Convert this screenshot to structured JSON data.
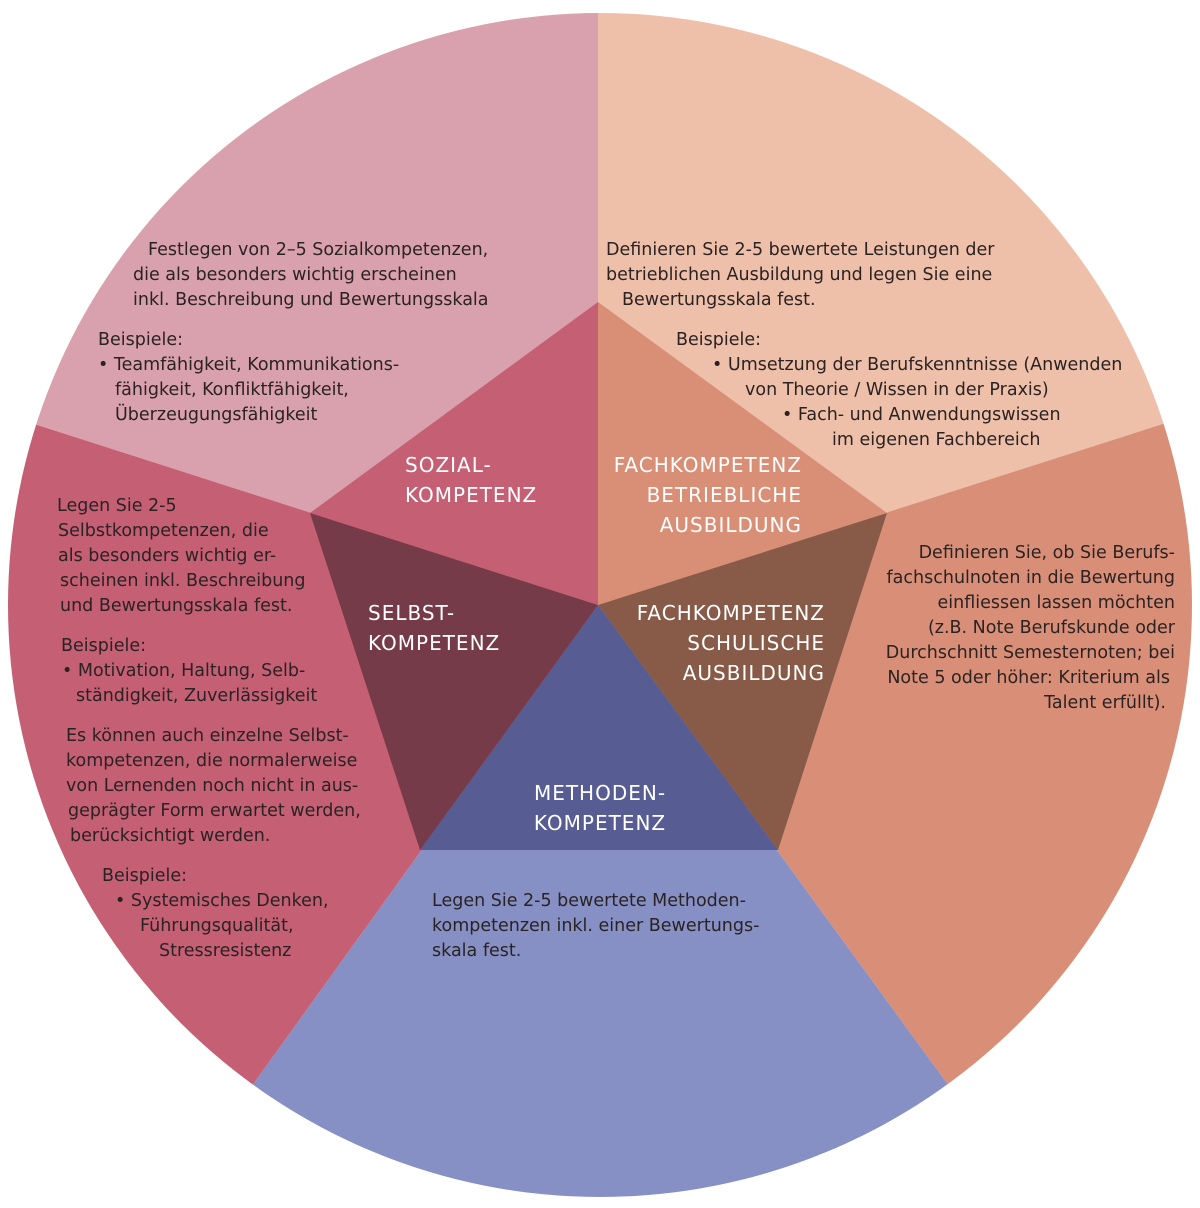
{
  "colors": {
    "sozial_outer": "#d9a1ad",
    "sozial_inner": "#c45f74",
    "fach_betr_outer": "#eec0aa",
    "fach_betr_inner": "#d98e76",
    "fach_schul_outer": "#d98f77",
    "fach_schul_inner": "#885a48",
    "methoden_outer": "#8690c4",
    "methoden_inner": "#575c93",
    "selbst_outer": "#c45f74",
    "selbst_inner": "#763b48"
  },
  "sozial": {
    "label": [
      "SOZIAL-",
      "KOMPETENZ"
    ],
    "text": [
      "Festlegen von 2–5 Sozialkompetenzen,",
      "die als besonders wichtig erscheinen",
      "inkl. Beschreibung und Bewertungsskala"
    ],
    "examples_heading": "Beispiele:",
    "examples": [
      "• Teamfähigkeit, Kommunikations-",
      "fähigkeit, Konfliktfähigkeit,",
      "Überzeugungsfähigkeit"
    ]
  },
  "fach_betrieblich": {
    "label": [
      "FACHKOMPETENZ",
      "BETRIEBLICHE",
      "AUSBILDUNG"
    ],
    "text": [
      "Definieren Sie 2-5 bewertete Leistungen der",
      "betrieblichen Ausbildung und legen Sie eine",
      "Bewertungsskala fest."
    ],
    "examples_heading": "Beispiele:",
    "examples": [
      "• Umsetzung der Berufskenntnisse (Anwenden",
      "von Theorie / Wissen in der Praxis)",
      "• Fach- und Anwendungswissen",
      "im eigenen Fachbereich"
    ]
  },
  "fach_schulisch": {
    "label": [
      "FACHKOMPETENZ",
      "SCHULISCHE",
      "AUSBILDUNG"
    ],
    "text": [
      "Definieren Sie, ob Sie Berufs-",
      "fachschulnoten in die Bewertung",
      "einfliessen lassen möchten",
      "(z.B. Note Berufskunde oder",
      "Durchschnitt Semesternoten; bei",
      "Note 5 oder höher: Kriterium als",
      "Talent erfüllt)."
    ]
  },
  "methoden": {
    "label": [
      "METHODEN-",
      "KOMPETENZ"
    ],
    "text": [
      "Legen Sie 2-5 bewertete Methoden-",
      "kompetenzen inkl. einer Bewertungs-",
      "skala fest."
    ]
  },
  "selbst": {
    "label": [
      "SELBST-",
      "KOMPETENZ"
    ],
    "text": [
      "Legen Sie 2-5",
      "Selbstkompetenzen, die",
      "als besonders wichtig er-",
      "scheinen inkl. Beschreibung",
      "und Bewertungsskala fest."
    ],
    "examples_heading": "Beispiele:",
    "examples": [
      "• Motivation, Haltung, Selb-",
      "ständigkeit, Zuverlässigkeit"
    ],
    "note": [
      "Es können auch einzelne Selbst-",
      "kompetenzen, die normalerweise",
      "von Lernenden noch nicht in aus-",
      "geprägter Form erwartet werden,",
      "berücksichtigt werden."
    ],
    "examples2_heading": "Beispiele:",
    "examples2": [
      "• Systemisches Denken,",
      "Führungsqualität,",
      "Stressresistenz"
    ]
  }
}
